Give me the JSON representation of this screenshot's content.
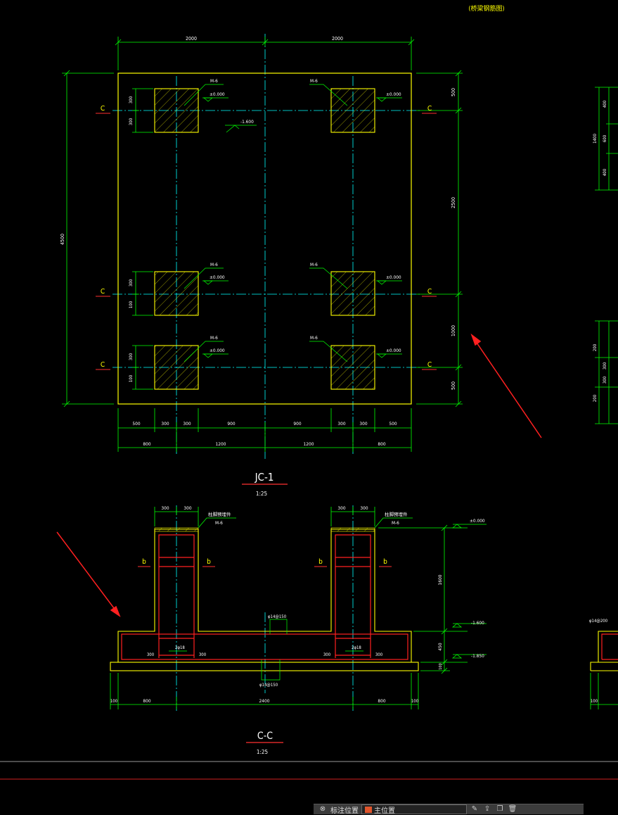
{
  "header_note": "(桥梁钢筋图)",
  "plan": {
    "title": "JC-1",
    "scale": "1:25",
    "top_dims": [
      "2000",
      "2000"
    ],
    "left_dim": "4500",
    "right_dims": [
      "500",
      "2500",
      "1000",
      "500"
    ],
    "bottom_dims_row1": [
      "500",
      "300",
      "300",
      "900",
      "900",
      "300",
      "300",
      "500"
    ],
    "bottom_dims_row2": [
      "800",
      "1200",
      "1200",
      "800"
    ],
    "col_dims": [
      "300",
      "300"
    ],
    "col_dims_mid": [
      "300",
      "100"
    ],
    "col_dims_bot": [
      "300",
      "100"
    ],
    "tag": "M-6",
    "elev": "±0.000",
    "elev_slab": "-1.600",
    "section_mark": "C"
  },
  "section": {
    "title": "C-C",
    "scale": "1:25",
    "top_dims": [
      "300",
      "300"
    ],
    "embed_label": "柱脚预埋件",
    "embed_tag": "M-6",
    "section_mark": "b",
    "elevations": [
      "±0.000",
      "-1.600",
      "-1.850"
    ],
    "right_dims": [
      "1600",
      "450",
      "100"
    ],
    "rebar_top": "φ14@150",
    "rebar_bot": "φ14@150",
    "rebar_col": "2φ18",
    "inner_dims": [
      "300",
      "300"
    ],
    "bottom_dims": [
      "100",
      "800",
      "2400",
      "800",
      "100"
    ]
  },
  "right_partial": {
    "dims_top": [
      "400",
      "600",
      "400"
    ],
    "dim_top_total": "1400",
    "dims_mid": [
      "200",
      "300",
      "300",
      "200"
    ],
    "rebar": "φ14@200",
    "bottom_dim": "100"
  },
  "toolbar": {
    "label": "标注位置",
    "select_value": "主位置"
  },
  "colors": {
    "outline": "#ffff00",
    "dimension": "#00ff00",
    "centerline": "#00ffff",
    "rebar": "#ff2020",
    "annotation_red": "#ff3030",
    "text": "#ffffff",
    "background": "#000000"
  }
}
